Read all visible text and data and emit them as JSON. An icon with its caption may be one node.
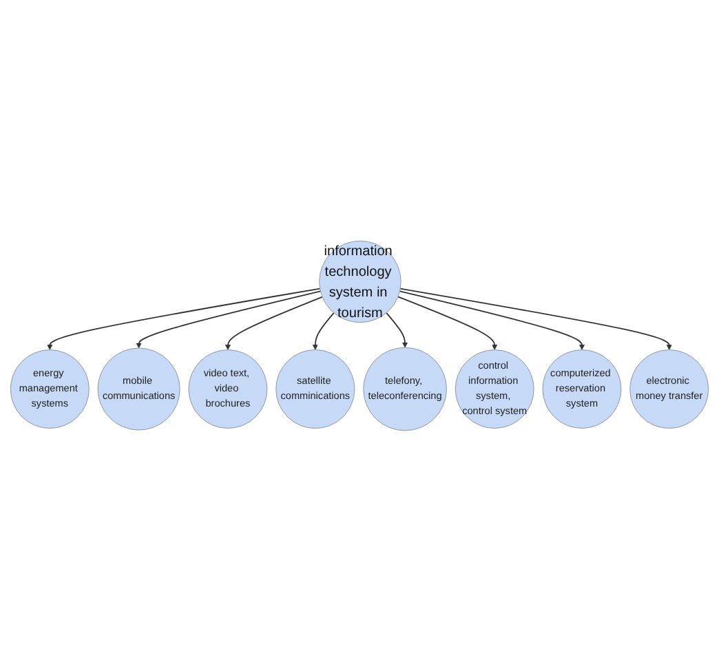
{
  "diagram": {
    "nodes": [
      {
        "text": [
          "information technology system in tourism"
        ]
      },
      {
        "text": [
          "energy management systems"
        ]
      },
      {
        "text": [
          "mobile communications"
        ]
      },
      {
        "text": [
          "video text, video brochures"
        ]
      },
      {
        "text": [
          "satellite comminications"
        ]
      },
      {
        "text": [
          "telefony, teleconferencing"
        ]
      },
      {
        "text": [
          "control information system, control system"
        ]
      },
      {
        "text": [
          "computerized reservation system"
        ]
      },
      {
        "text": [
          "electronic money transfer"
        ]
      }
    ],
    "edges": [
      {
        "from": 0,
        "to": 1,
        "arrow": "to"
      },
      {
        "from": 0,
        "to": 2,
        "arrow": "to"
      },
      {
        "from": 0,
        "to": 3,
        "arrow": "to"
      },
      {
        "from": 0,
        "to": 4,
        "arrow": "to"
      },
      {
        "from": 0,
        "to": 5,
        "arrow": "to"
      },
      {
        "from": 0,
        "to": 6,
        "arrow": "to"
      },
      {
        "from": 0,
        "to": 7,
        "arrow": "to"
      },
      {
        "from": 0,
        "to": 8,
        "arrow": "to"
      }
    ]
  }
}
